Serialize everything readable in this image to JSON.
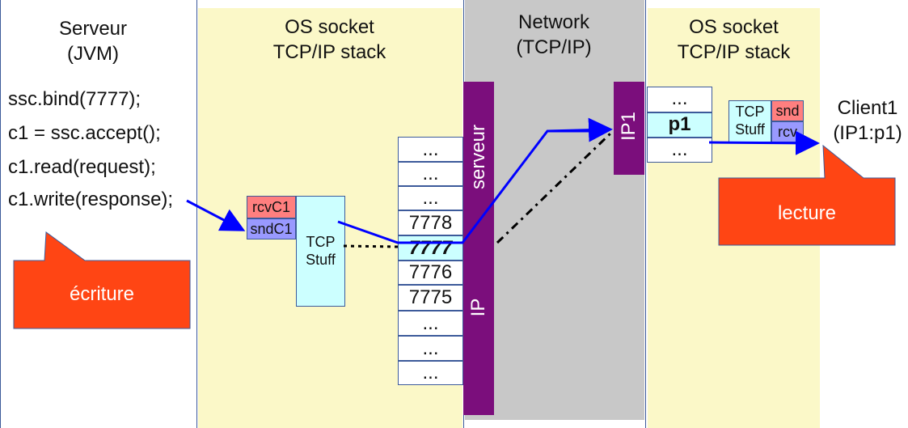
{
  "server": {
    "title": "Serveur\n(JVM)",
    "code": [
      "ssc.bind(7777);",
      "c1 = ssc.accept();",
      "c1.read(request);",
      "c1.write(response);"
    ]
  },
  "os_server": {
    "title": "OS socket\nTCP/IP stack"
  },
  "network": {
    "title": "Network\n(TCP/IP)"
  },
  "os_client": {
    "title": "OS socket\nTCP/IP stack"
  },
  "client": {
    "title": "Client1\n(IP1:p1)"
  },
  "socket_server": {
    "rcv": "rcvC1",
    "snd": "sndC1",
    "tcp": "TCP\nStuff"
  },
  "ports_server": [
    "...",
    "...",
    "...",
    "7778",
    "7777",
    "7776",
    "7775",
    "...",
    "...",
    "..."
  ],
  "ip_server": {
    "top": "serveur",
    "bottom": "IP"
  },
  "ip_client": {
    "label": "IP1"
  },
  "ports_client": [
    "...",
    "p1",
    "..."
  ],
  "socket_client": {
    "tcp": "TCP\nStuff",
    "snd": "snd",
    "rcv": "rcv"
  },
  "callouts": {
    "write": "écriture",
    "read": "lecture"
  },
  "colors": {
    "yellow": "#fbf8c8",
    "gray": "#c8c8c8",
    "purple": "#7b0e7c",
    "cyan": "#ccffff",
    "red": "#ff7f7f",
    "blue_cell": "#9999ff",
    "callout": "#ff4514",
    "arrow": "#0000ff"
  }
}
